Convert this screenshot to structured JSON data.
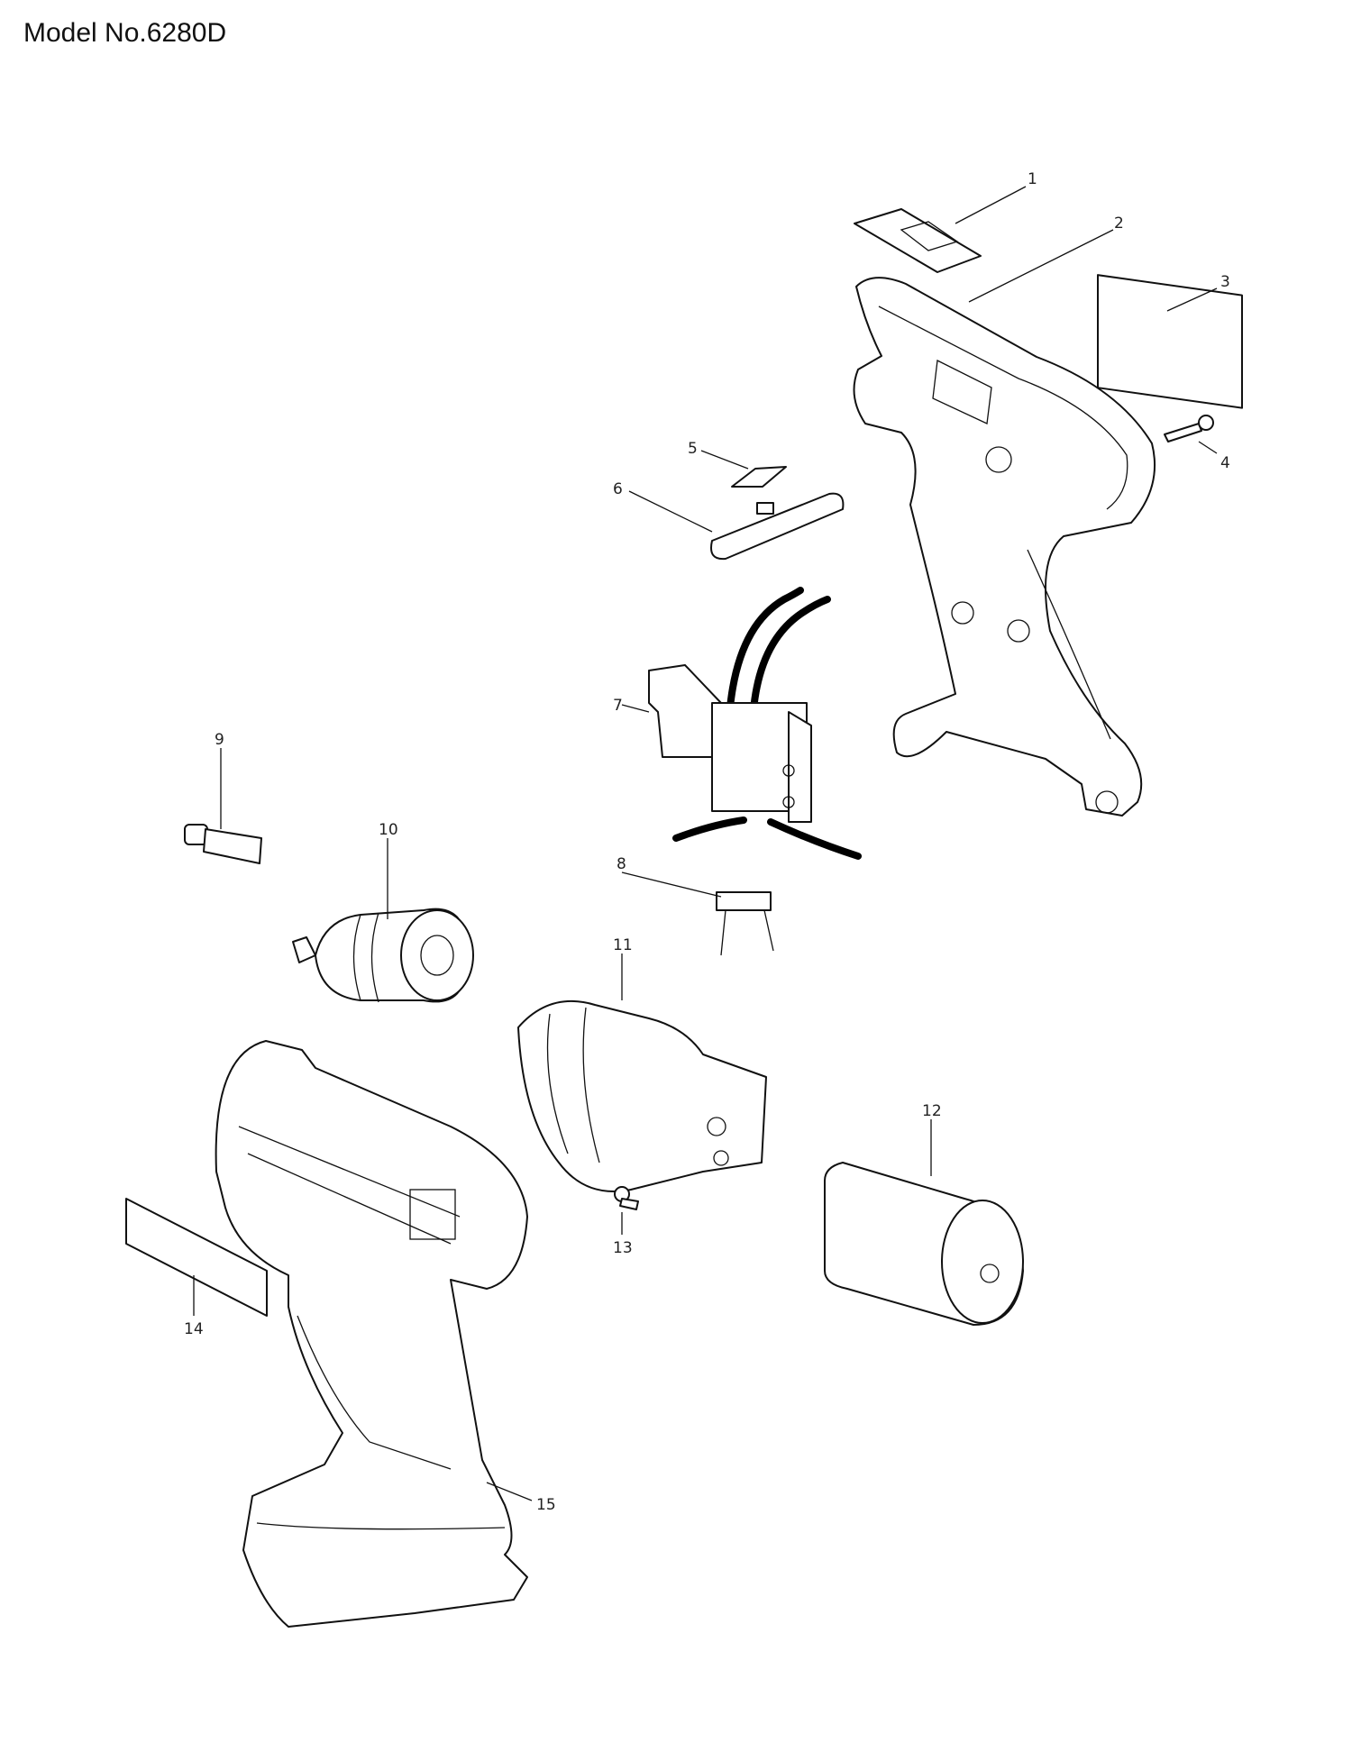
{
  "title": "Model No.6280D",
  "part_labels": [
    "1",
    "2",
    "3",
    "4",
    "5",
    "6",
    "7",
    "8",
    "9",
    "10",
    "11",
    "12",
    "13",
    "14",
    "15"
  ]
}
